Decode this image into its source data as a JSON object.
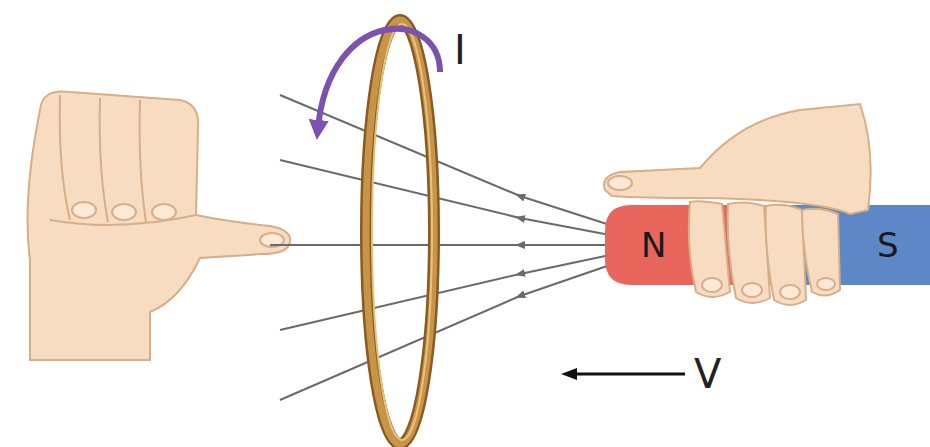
{
  "diagram": {
    "nodes": [
      {
        "text": [
          "N"
        ]
      },
      {
        "text": [
          "S"
        ]
      }
    ],
    "labels": [
      "I",
      "V"
    ]
  }
}
